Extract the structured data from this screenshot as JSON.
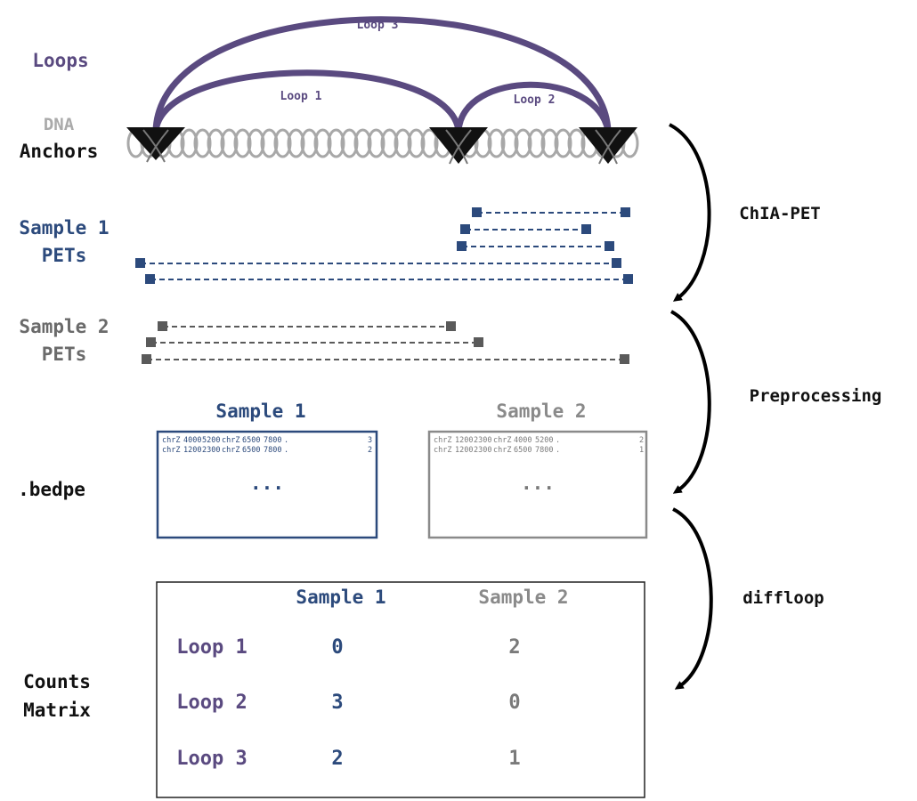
{
  "labels": {
    "loops": "Loops",
    "dna": "DNA",
    "anchors": "Anchors",
    "sample1_pets_line1": "Sample 1",
    "sample1_pets_line2": "PETs",
    "sample2_pets_line1": "Sample 2",
    "sample2_pets_line2": "PETs",
    "bedpe": ".bedpe",
    "counts_line1": "Counts",
    "counts_line2": "Matrix"
  },
  "loops": [
    "Loop 1",
    "Loop 2",
    "Loop 3"
  ],
  "steps": [
    "ChIA-PET",
    "Preprocessing",
    "diffloop"
  ],
  "bedpe": {
    "sample1": {
      "title": "Sample 1",
      "rows": [
        [
          "chrZ",
          "4000",
          "5200",
          "chrZ",
          "6500",
          "7800",
          ".",
          "3"
        ],
        [
          "chrZ",
          "1200",
          "2300",
          "chrZ",
          "6500",
          "7800",
          ".",
          "2"
        ]
      ],
      "ellipsis": "..."
    },
    "sample2": {
      "title": "Sample 2",
      "rows": [
        [
          "chrZ",
          "1200",
          "2300",
          "chrZ",
          "4000",
          "5200",
          ".",
          "2"
        ],
        [
          "chrZ",
          "1200",
          "2300",
          "chrZ",
          "6500",
          "7800",
          ".",
          "1"
        ]
      ],
      "ellipsis": "..."
    }
  },
  "counts_matrix": {
    "columns": [
      "Sample 1",
      "Sample 2"
    ],
    "rows": [
      {
        "label": "Loop 1",
        "sample1": "0",
        "sample2": "2"
      },
      {
        "label": "Loop 2",
        "sample1": "3",
        "sample2": "0"
      },
      {
        "label": "Loop 3",
        "sample1": "2",
        "sample2": "1"
      }
    ]
  },
  "colors": {
    "loop_purple": "#5a4a80",
    "sample1_blue": "#2c4a7c",
    "sample2_gray": "#6a6a6a",
    "dna_gray": "#aaaaaa",
    "text_black": "#111111"
  }
}
